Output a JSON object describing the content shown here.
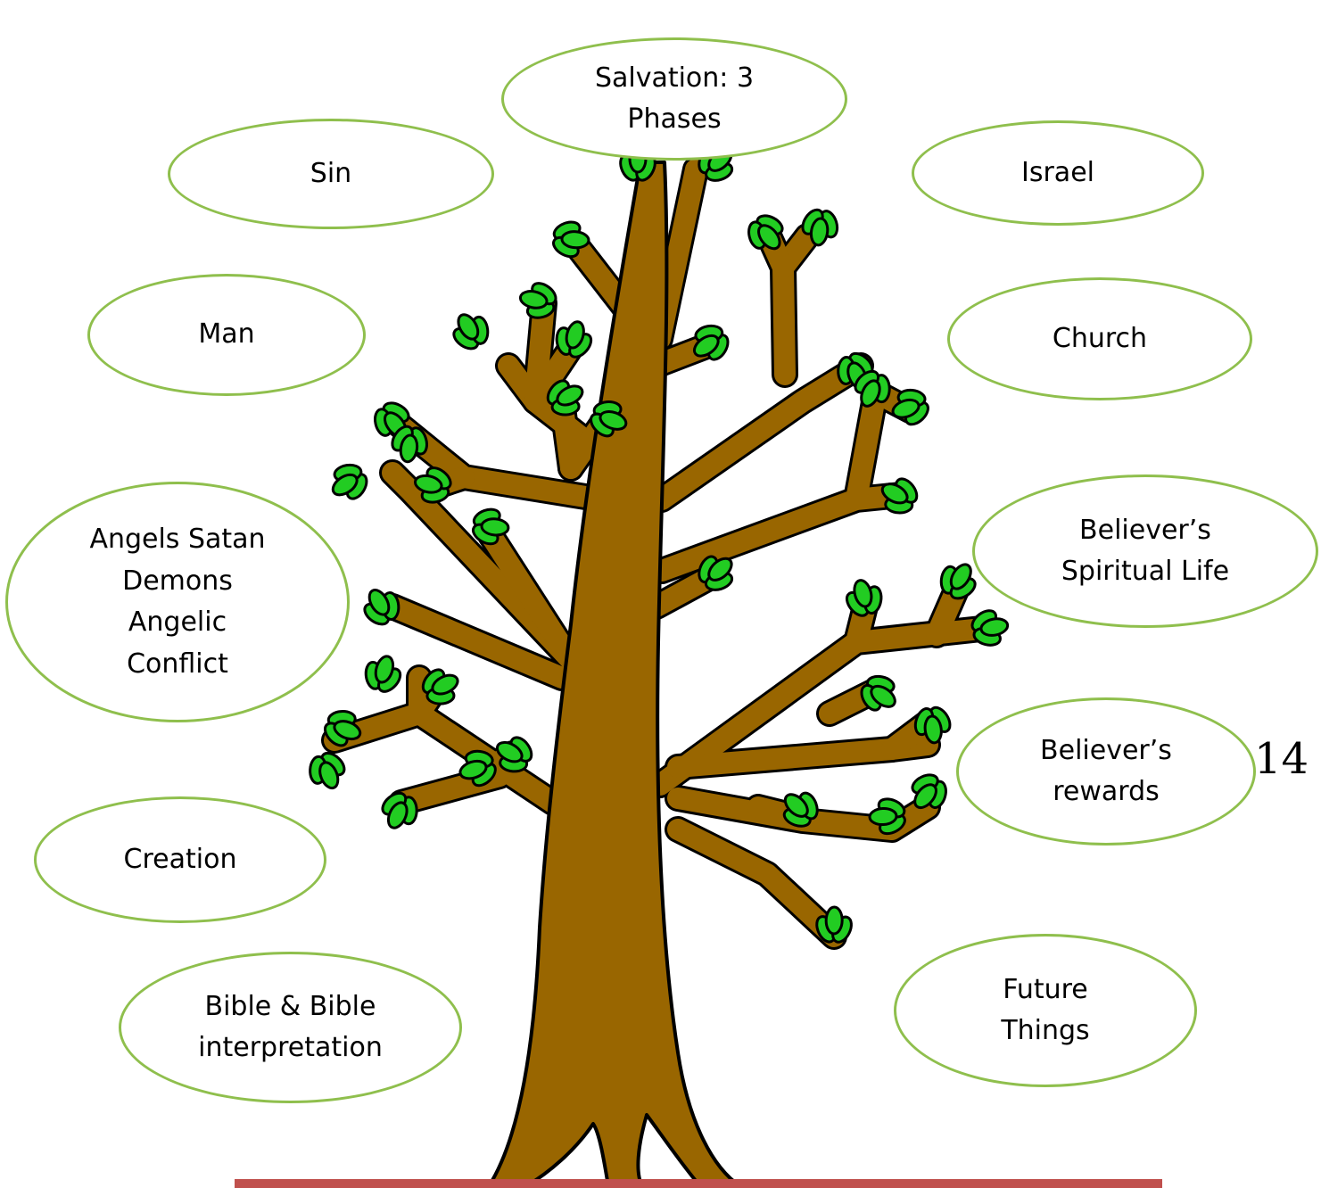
{
  "diagram": {
    "topics": [
      {
        "id": "salvation",
        "label": "Salvation: 3\nPhases"
      },
      {
        "id": "sin",
        "label": "Sin"
      },
      {
        "id": "israel",
        "label": "Israel"
      },
      {
        "id": "man",
        "label": "Man"
      },
      {
        "id": "church",
        "label": "Church"
      },
      {
        "id": "angels",
        "label": "Angels Satan\nDemons\nAngelic\nConflict"
      },
      {
        "id": "spiritual-life",
        "label": "Believer’s\nSpiritual Life"
      },
      {
        "id": "rewards",
        "label": "Believer’s\nrewards"
      },
      {
        "id": "creation",
        "label": "Creation"
      },
      {
        "id": "future",
        "label": "Future\nThings"
      },
      {
        "id": "bible",
        "label": "Bible & Bible\ninterpretation"
      }
    ],
    "page_number": "14",
    "colors": {
      "trunk": "#996600",
      "leaf": "#22cc22",
      "outline": "#000000",
      "bubble_border": "#8fbf4d",
      "base_line": "#c0504d"
    }
  }
}
